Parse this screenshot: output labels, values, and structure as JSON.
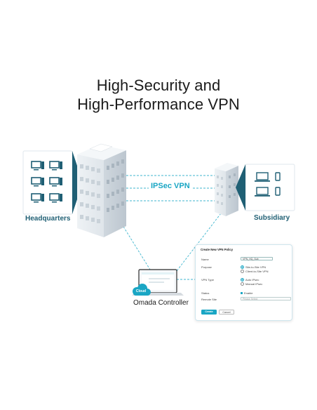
{
  "headline": {
    "line1": "High-Security and",
    "line2": "High-Performance VPN"
  },
  "diagram": {
    "vpn_label": "IPSec VPN",
    "headquarters_label": "Headquarters",
    "subsidiary_label": "Subsidiary",
    "controller_label": "Omada Controller",
    "cloud_label": "Cloud",
    "accent_color": "#1aa6c4",
    "dark_color": "#1f5f74"
  },
  "form": {
    "title": "Create New VPN Policy",
    "name_label": "Name",
    "name_value": "VPN_HQ_Sub",
    "purpose_label": "Purpose",
    "purpose_option1": "Site-to-Site VPN",
    "purpose_option2": "Client-to-Site VPN",
    "vpn_type_label": "VPN Type",
    "vpn_type_option1": "Auto IPsec",
    "vpn_type_option2": "Manual IPsec",
    "status_label": "Status",
    "status_value": "Enable",
    "remote_site_label": "Remote Site",
    "remote_site_placeholder": "Please Select",
    "create_label": "Create",
    "cancel_label": "Cancel"
  }
}
